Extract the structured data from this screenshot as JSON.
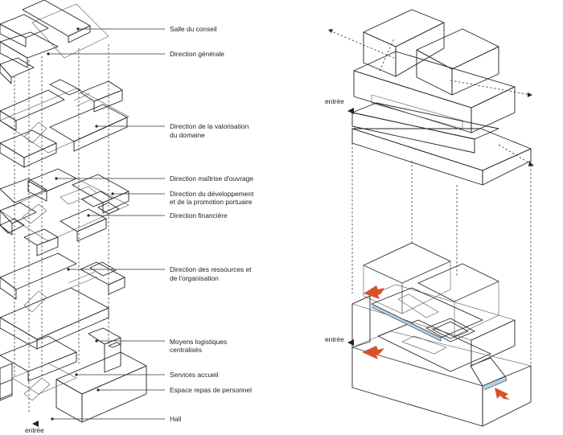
{
  "labels": {
    "salle_du_conseil": "Salle du conseil",
    "direction_generale": "Direction générale",
    "valorisation_1": "Direction de la valorisation",
    "valorisation_2": "du domaine",
    "maitrise": "Direction maîtrise d'ouvrage",
    "developpement_1": "Direction du développement",
    "developpement_2": "et de la promotion portuaire",
    "financiere": "Direction financière",
    "ressources_1": "Direction des ressources et",
    "ressources_2": "de l'organisation",
    "logistique_1": "Moyens logistiques",
    "logistique_2": "centralisés",
    "accueil": "Services accueil",
    "repas": "Espace repas de personnel",
    "hall": "Hall"
  },
  "entrance": {
    "left_plan": "entrée",
    "right_top": "entrée",
    "right_bottom": "entrée"
  },
  "colors": {
    "magenta": "#c2569b",
    "pink_light": "#f0c6de",
    "salmon": "#f4a3a8",
    "yellow": "#f7e58f",
    "orange": "#f6c27c",
    "cyan": "#7fe0d4",
    "light_blue": "#bde7f1",
    "green": "#62b45f",
    "lime": "#d7ee9f",
    "grey": "#d9d9d9",
    "orange_accent": "#f6b560",
    "arrow_red": "#d9512c",
    "outline": "#222222"
  }
}
